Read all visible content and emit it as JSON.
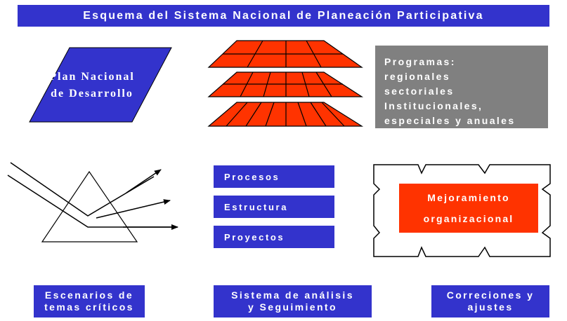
{
  "title": "Esquema del Sistema Nacional de Planeación Participativa",
  "plan": {
    "line1": "Plan Nacional",
    "line2": "de Desarrollo"
  },
  "programas": {
    "lines": [
      "Programas:",
      "regionales",
      "sectoriales",
      "Institucionales,",
      "especiales y anuales"
    ]
  },
  "middle_items": [
    "Procesos",
    "Estructura",
    "Proyectos"
  ],
  "mejoramiento": {
    "line1": "Mejoramiento",
    "line2": "organizacional"
  },
  "bottom": {
    "left": {
      "line1": "Escenarios de",
      "line2": "temas críticos"
    },
    "center": {
      "line1": "Sistema de análisis",
      "line2": "y Seguimiento"
    },
    "right": {
      "line1": "Correciones y",
      "line2": "ajustes"
    }
  },
  "colors": {
    "blue": "#3333cc",
    "red": "#ff3300",
    "gray": "#808080"
  }
}
